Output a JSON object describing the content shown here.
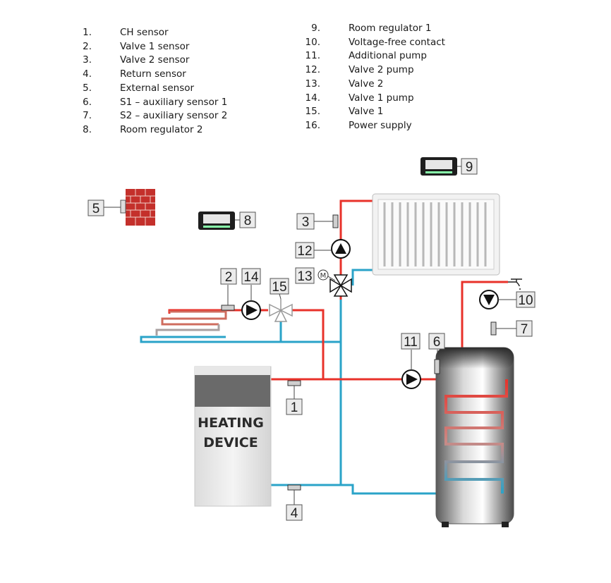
{
  "legend": [
    {
      "num": "1.",
      "text": "CH sensor"
    },
    {
      "num": "2.",
      "text": "Valve 1 sensor"
    },
    {
      "num": "3.",
      "text": "Valve 2 sensor"
    },
    {
      "num": "4.",
      "text": "Return sensor"
    },
    {
      "num": "5.",
      "text": "External sensor"
    },
    {
      "num": "6.",
      "text": "S1 – auxiliary sensor 1"
    },
    {
      "num": "7.",
      "text": "S2 – auxiliary sensor 2"
    },
    {
      "num": "8.",
      "text": "Room regulator 2"
    },
    {
      "num": "9.",
      "text": "Room regulator 1"
    },
    {
      "num": "10.",
      "text": "Voltage-free contact"
    },
    {
      "num": "11.",
      "text": "Additional pump"
    },
    {
      "num": "12.",
      "text": "Valve 2 pump"
    },
    {
      "num": "13.",
      "text": "Valve 2"
    },
    {
      "num": "14.",
      "text": "Valve 1 pump"
    },
    {
      "num": "15.",
      "text": "Valve 1"
    },
    {
      "num": "16.",
      "text": "Power supply"
    }
  ],
  "device": {
    "line1": "HEATING",
    "line2": "DEVICE"
  },
  "motor_letter": "M",
  "tags": {
    "t1": "1",
    "t2": "2",
    "t3": "3",
    "t4": "4",
    "t5": "5",
    "t6": "6",
    "t7": "7",
    "t8": "8",
    "t9": "9",
    "t10": "10",
    "t11": "11",
    "t12": "12",
    "t13": "13",
    "t14": "14",
    "t15": "15"
  },
  "colors": {
    "supply": "#e8322a",
    "return": "#2aa3c8",
    "tank_dark": "#3a3a3a"
  }
}
